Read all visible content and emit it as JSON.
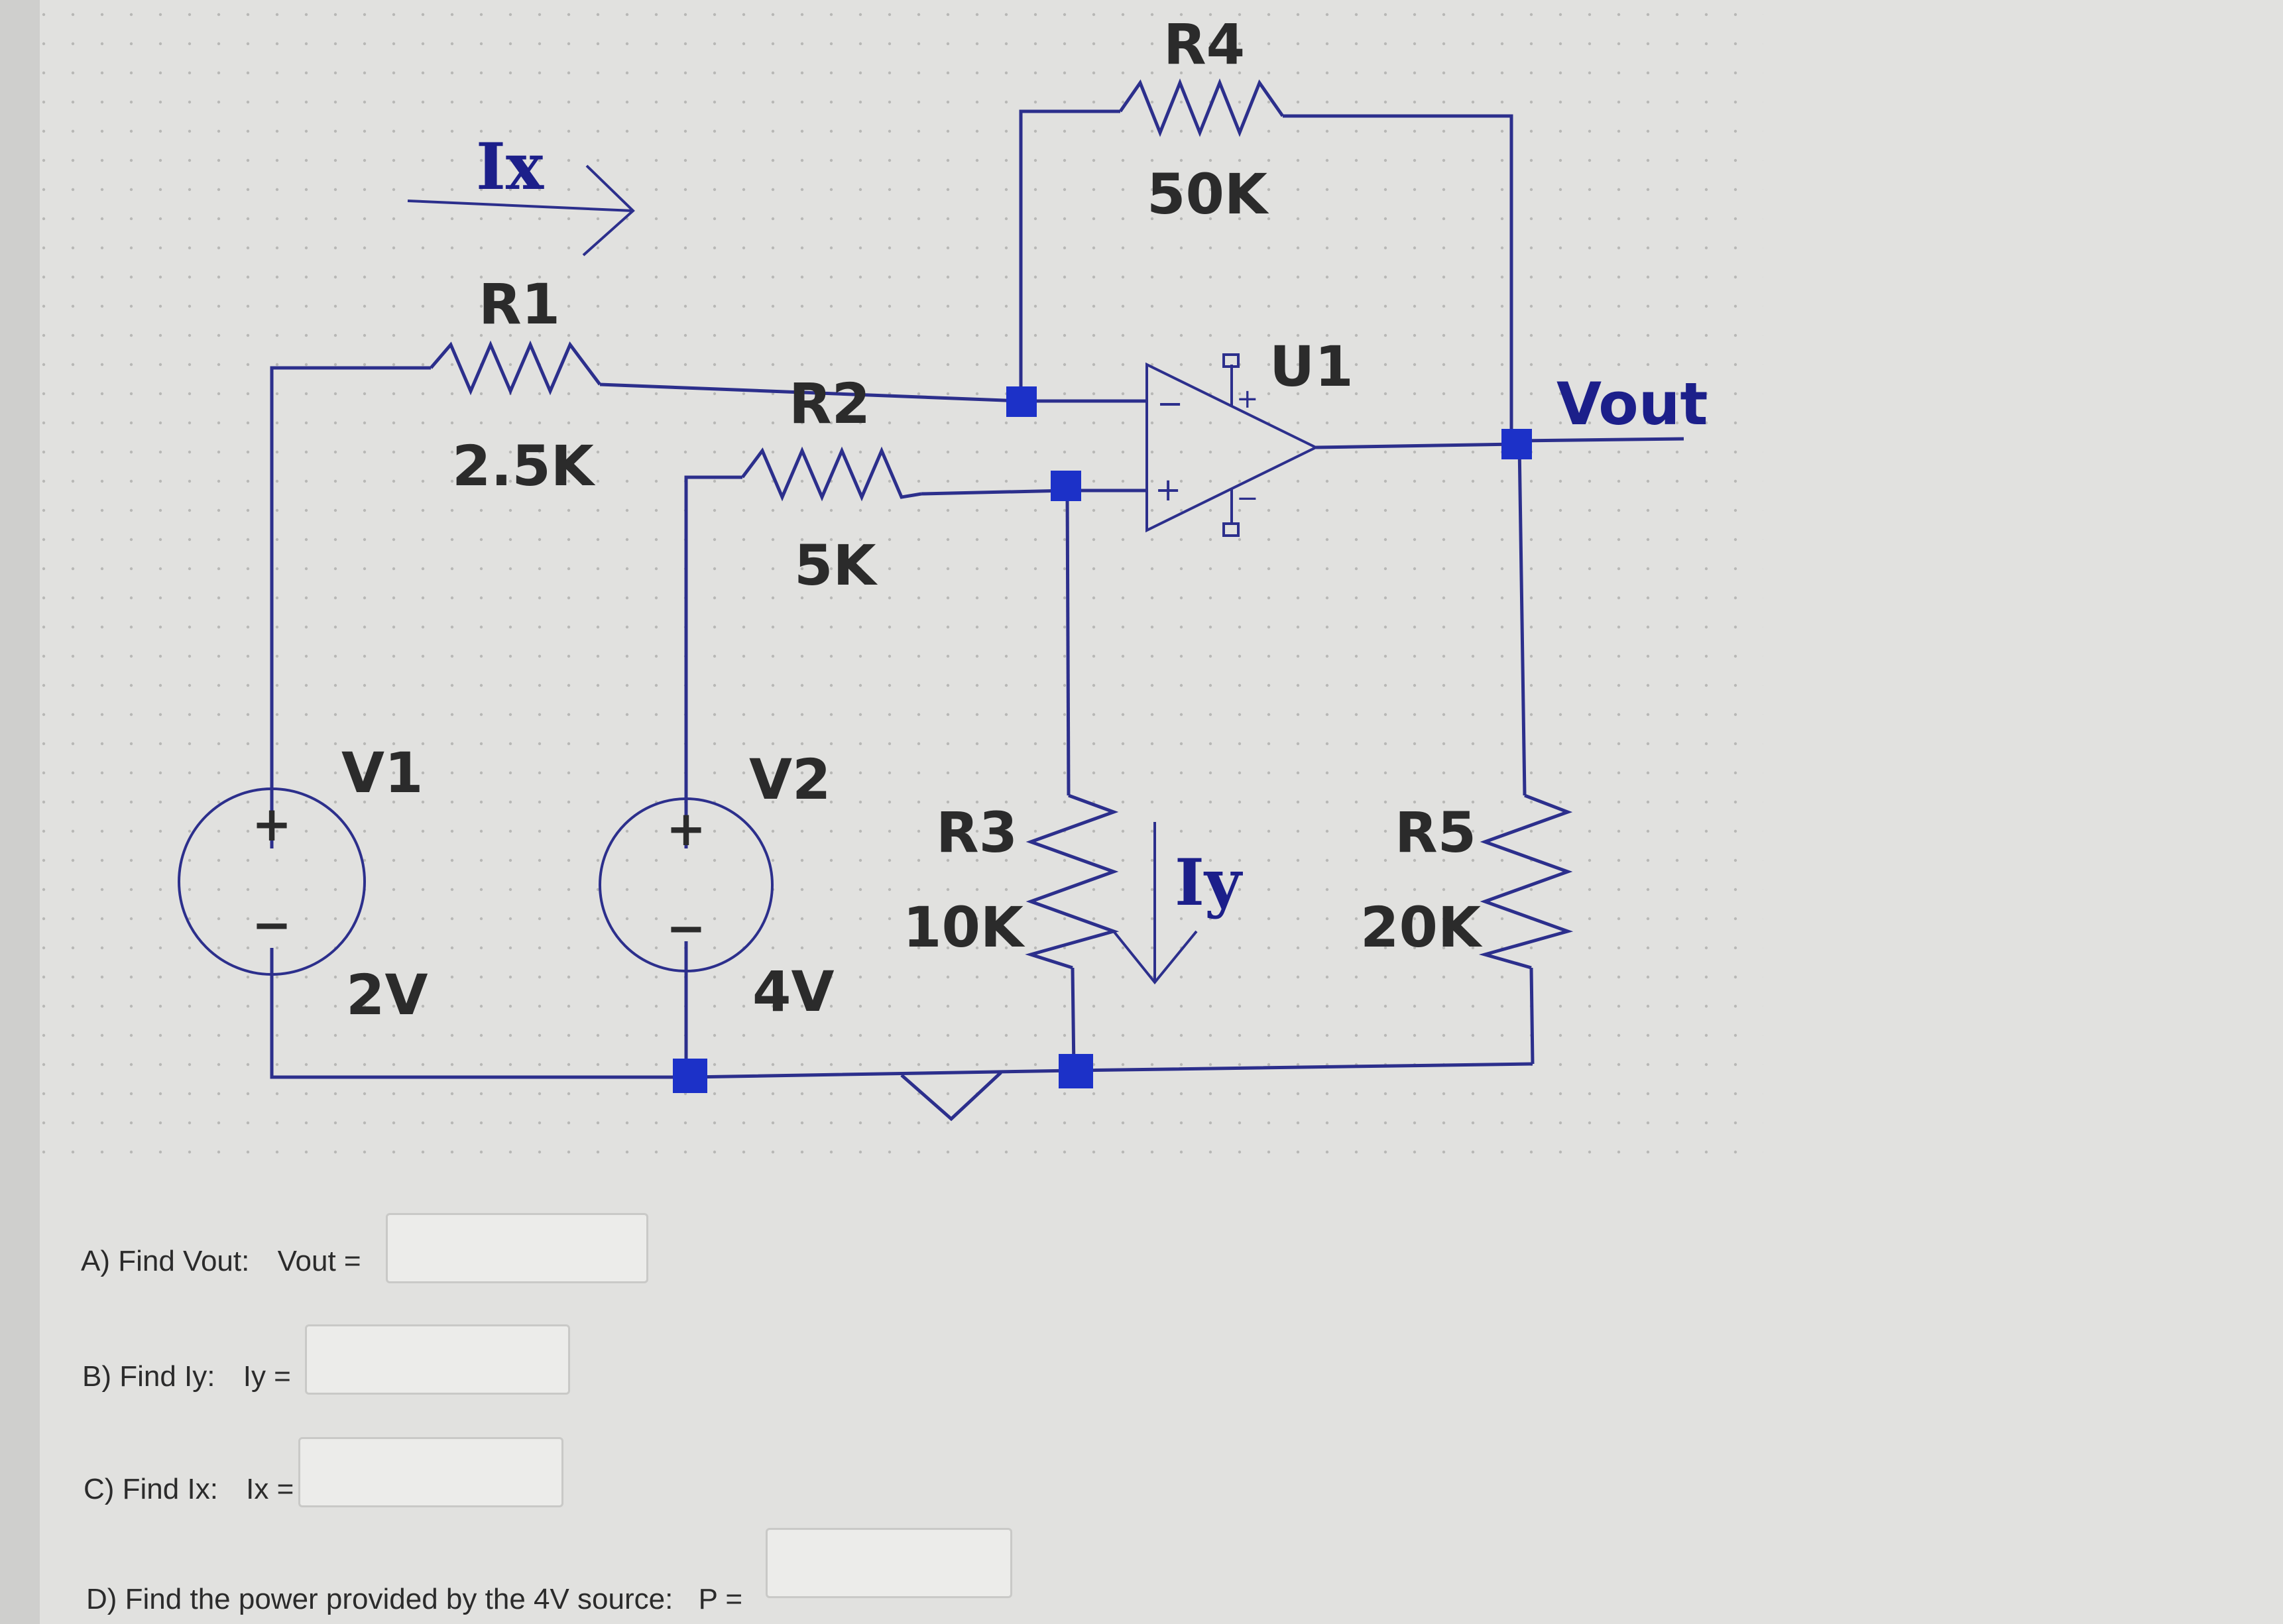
{
  "circuit": {
    "current_labels": {
      "ix": "Ix",
      "iy": "Iy"
    },
    "output_label": "Vout",
    "opamp": {
      "name": "U1",
      "plus": "+",
      "minus": "−"
    },
    "sources": [
      {
        "name": "V1",
        "value": "2V",
        "plus": "+",
        "minus": "−"
      },
      {
        "name": "V2",
        "value": "4V",
        "plus": "+",
        "minus": "−"
      }
    ],
    "resistors": [
      {
        "name": "R1",
        "value": "2.5K"
      },
      {
        "name": "R2",
        "value": "5K"
      },
      {
        "name": "R3",
        "value": "10K"
      },
      {
        "name": "R4",
        "value": "50K"
      },
      {
        "name": "R5",
        "value": "20K"
      }
    ],
    "colors": {
      "wire": "#2c2f8c",
      "node": "#1c31c8",
      "label": "#2b2b2b",
      "current_label": "#1c1f8a"
    }
  },
  "questions": [
    {
      "prompt": "A) Find Vout:",
      "var_label": "Vout =",
      "value": ""
    },
    {
      "prompt": "B) Find Iy:",
      "var_label": "Iy =",
      "value": ""
    },
    {
      "prompt": "C) Find Ix:",
      "var_label": "Ix =",
      "value": ""
    },
    {
      "prompt": "D) Find the power provided by the 4V source:",
      "var_label": "P =",
      "value": ""
    }
  ]
}
